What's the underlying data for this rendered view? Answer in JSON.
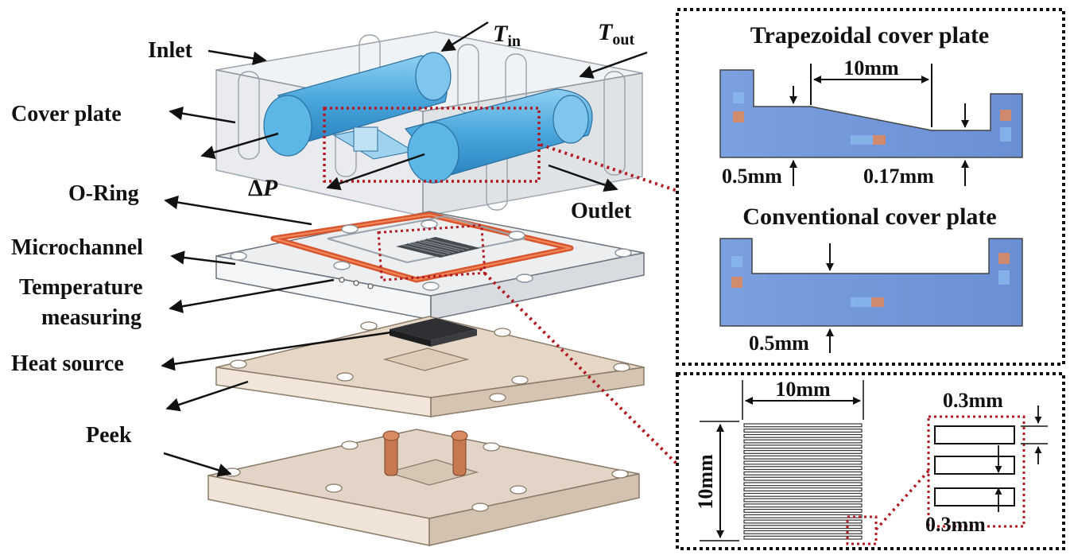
{
  "labels": {
    "inlet": "Inlet",
    "cover_plate": "Cover plate",
    "delta_p_symbol": "Δ",
    "delta_p_var": "P",
    "t_in_var": "T",
    "t_in_sub": "in",
    "t_out_var": "T",
    "t_out_sub": "out",
    "outlet": "Outlet",
    "o_ring": "O-Ring",
    "microchannel": "Microchannel",
    "temperature_line1": "Temperature",
    "temperature_line2": "measuring",
    "heat_source": "Heat source",
    "peek": "Peek"
  },
  "trapezoidal_panel": {
    "title": "Trapezoidal cover plate",
    "dim_length": "10mm",
    "dim_left": "0.5mm",
    "dim_right": "0.17mm"
  },
  "conventional_panel": {
    "title": "Conventional cover plate",
    "dim_bottom": "0.5mm"
  },
  "microchannel_panel": {
    "dim_width": "10mm",
    "dim_height": "10mm",
    "dim_fin_top": "0.3mm",
    "dim_fin_bottom": "0.3mm"
  },
  "colors": {
    "fluid_blue": "#5aaee0",
    "section_blue": "#6f93d8",
    "oring_red": "#d9552e",
    "detail_dotted": "#b01c22",
    "peek_tan": "#e6d6c6",
    "aluminum": "#e4e8ec",
    "copper": "#c87850"
  }
}
